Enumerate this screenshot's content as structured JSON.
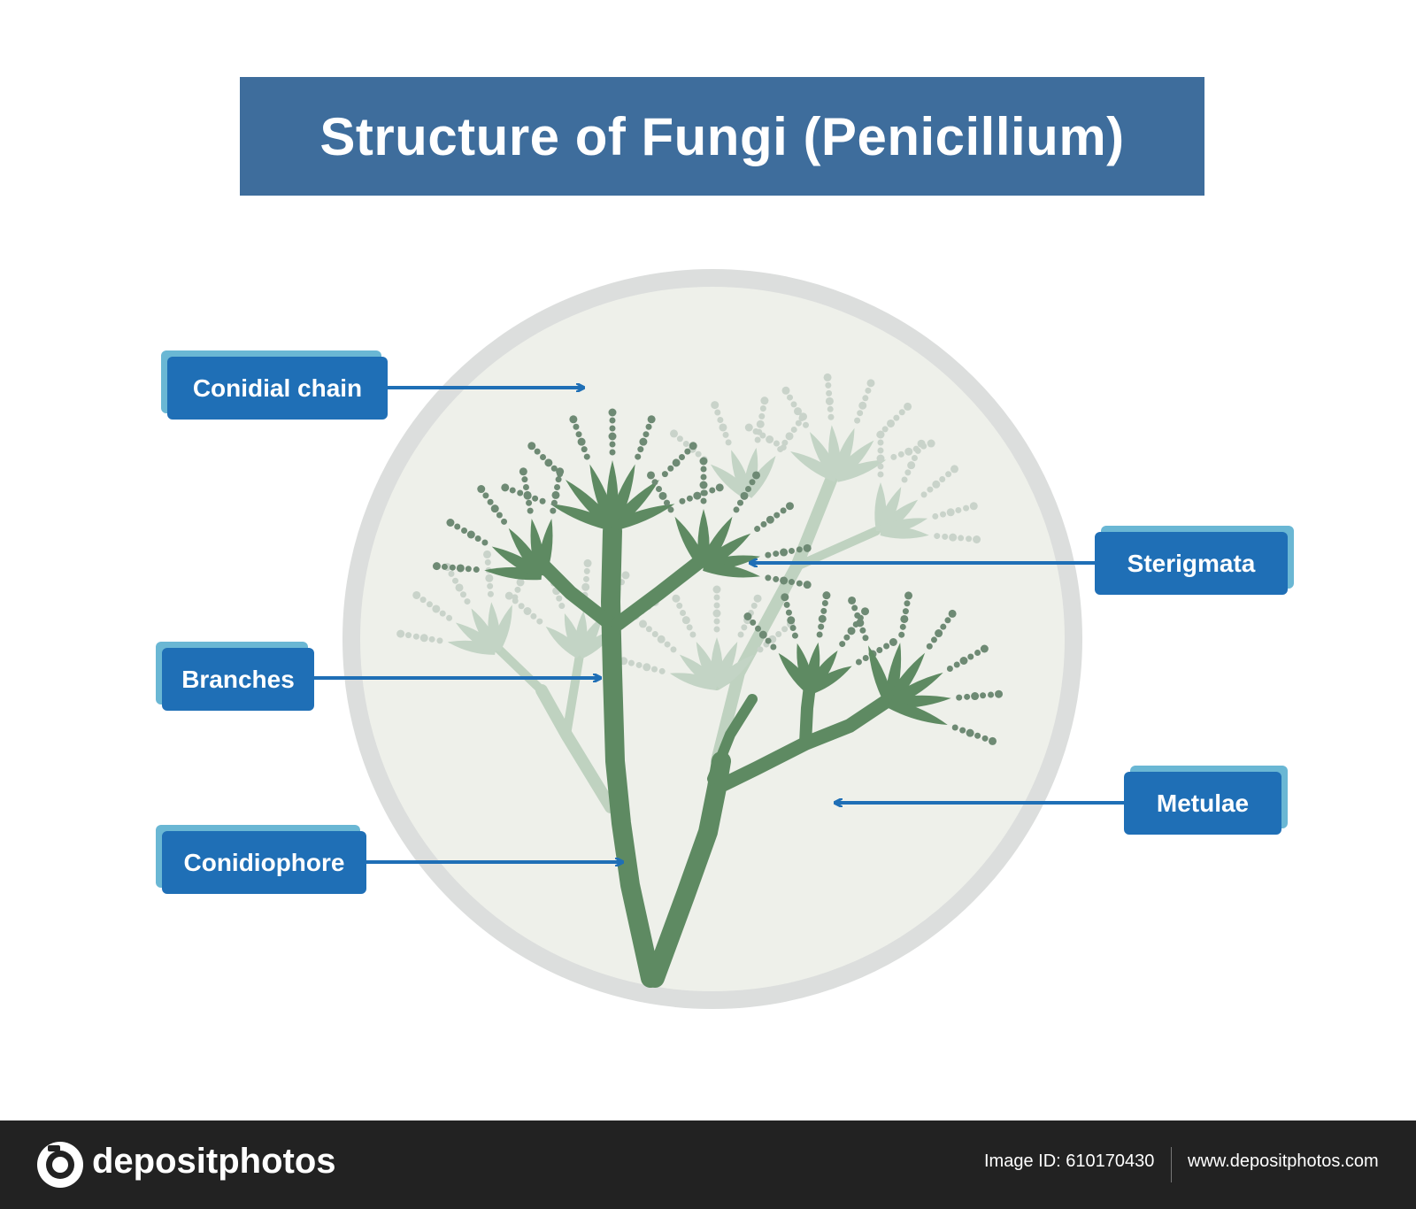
{
  "title": "Structure of Fungi (Penicillium)",
  "labels": {
    "conidial_chain": "Conidial chain",
    "branches": "Branches",
    "conidiophore": "Conidiophore",
    "sterigmata": "Sterigmata",
    "metulae": "Metulae"
  },
  "colors": {
    "title_bg": "#3e6d9c",
    "label_bg": "#1f6fb6",
    "label_shadow": "#6ab7d4",
    "arrow": "#1f6fb6",
    "plant": "#5e8a62",
    "plant_faded": "#a9c2ad",
    "circle_fill": "#eef0ea",
    "circle_ring": "#dcdedd"
  },
  "footer": {
    "brand": "depositphotos",
    "image_id": "Image ID: 610170430",
    "url": "www.depositphotos.com"
  }
}
